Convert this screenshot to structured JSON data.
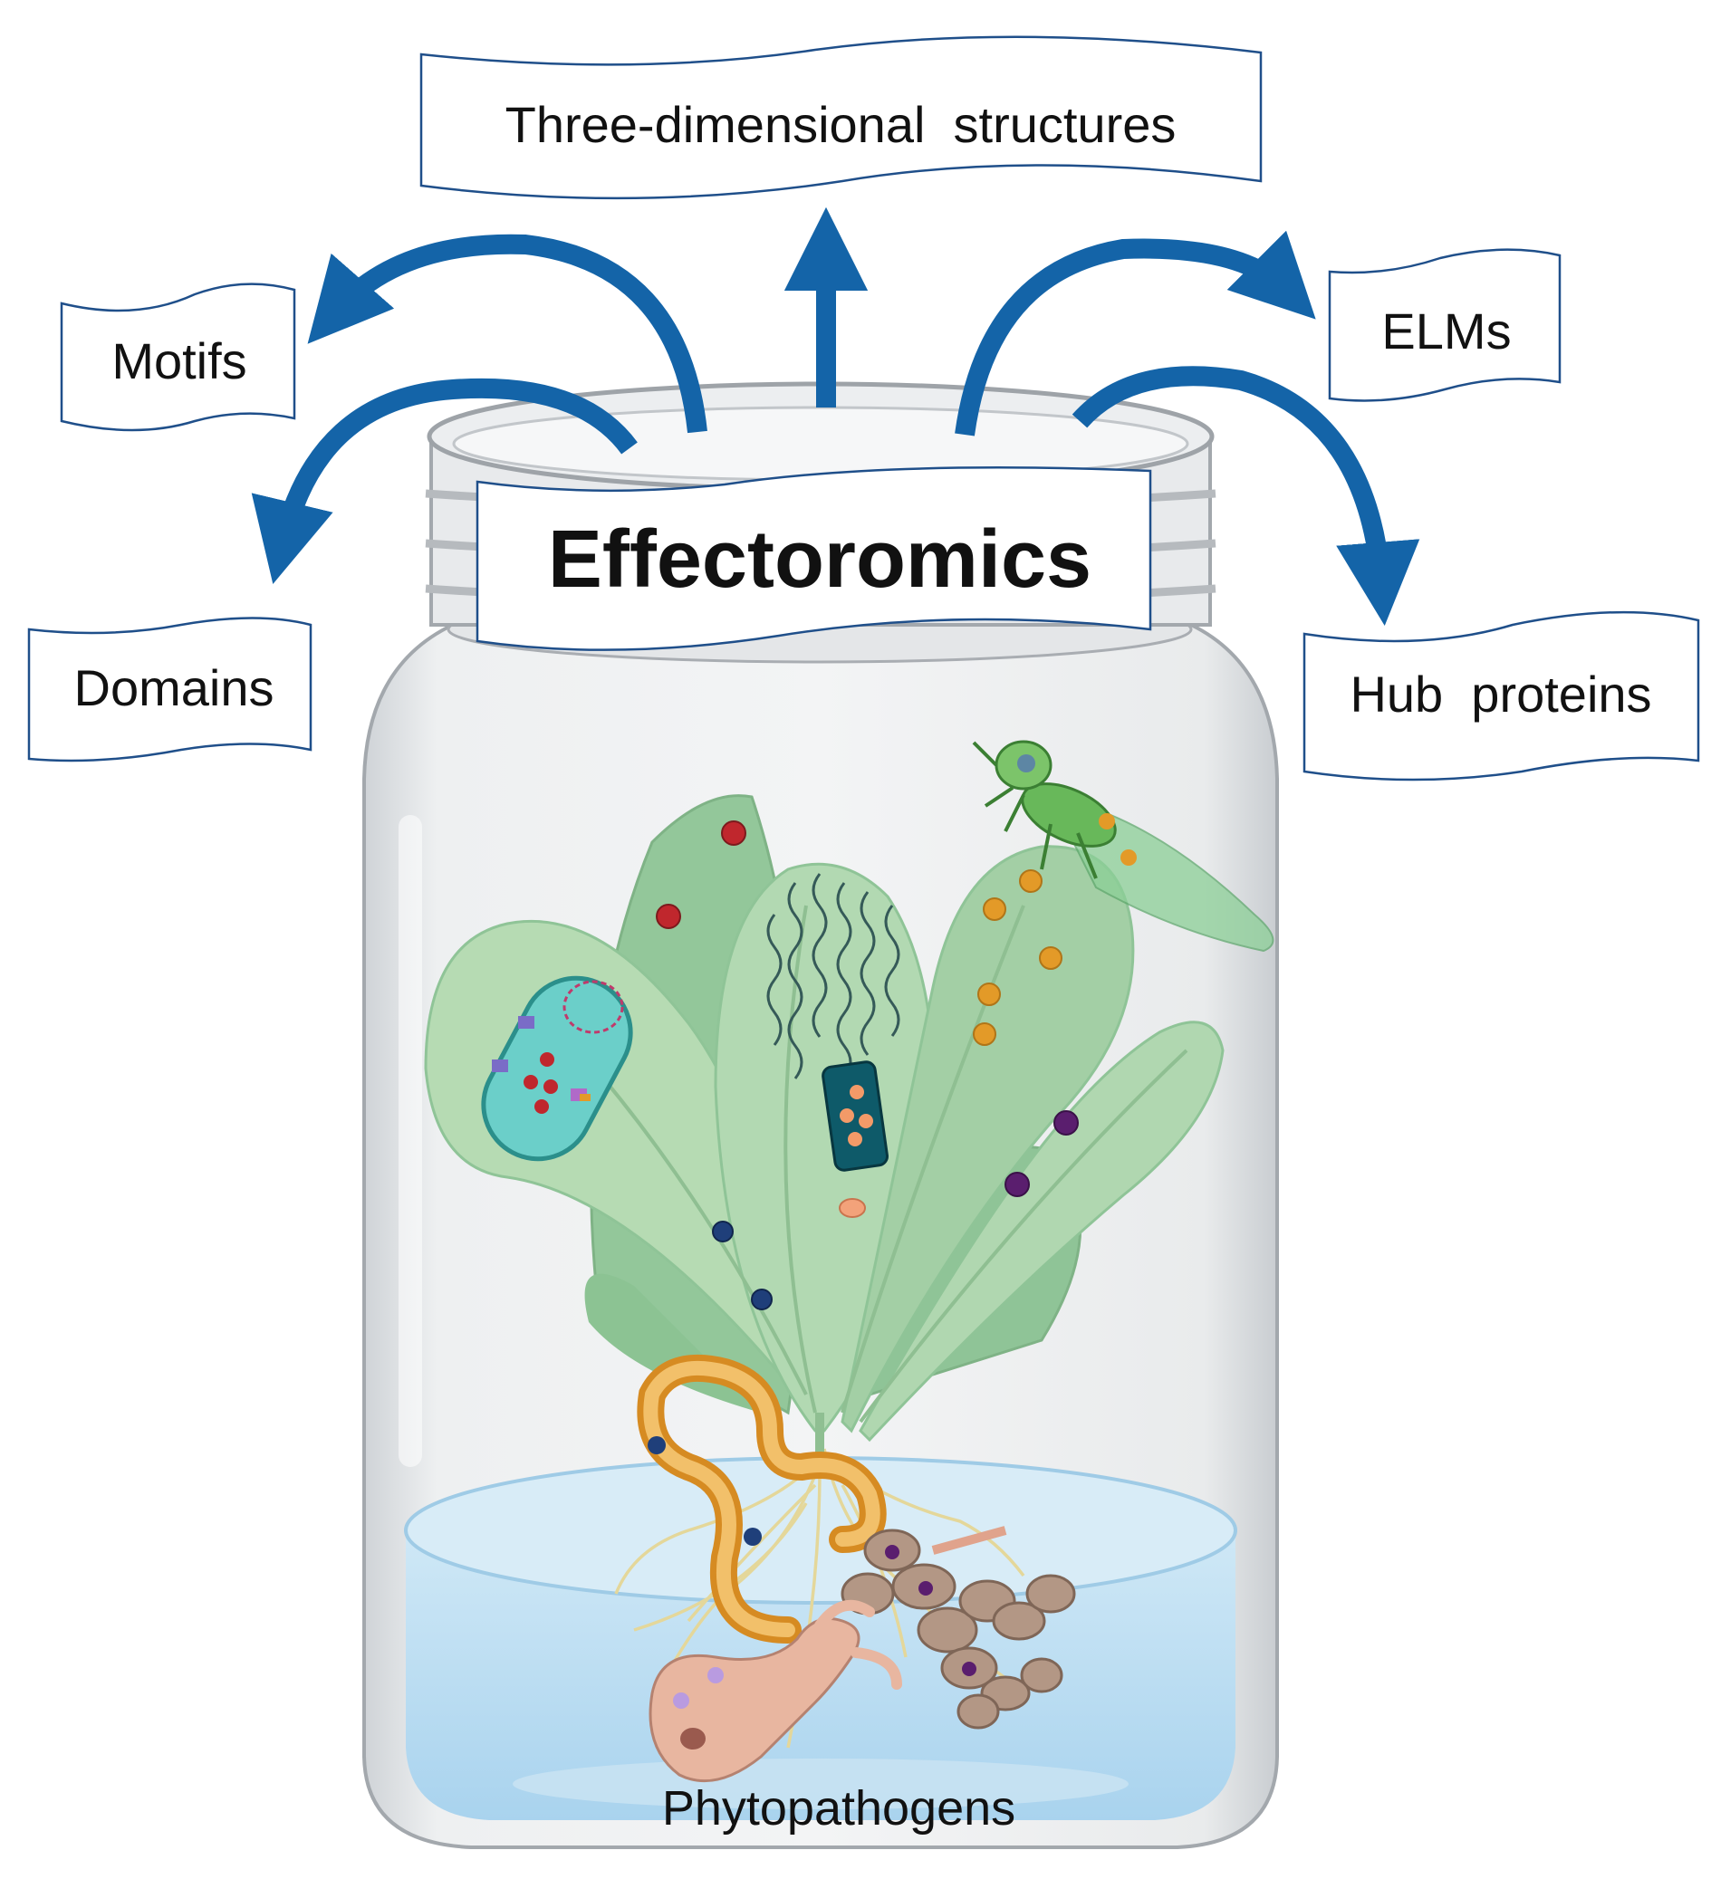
{
  "center_label": "Effectoromics",
  "bottom_label": "Phytopathogens",
  "banners": {
    "top": "Three-dimensional  structures",
    "motifs": "Motifs",
    "domains": "Domains",
    "elms": "ELMs",
    "hub": "Hub  proteins"
  },
  "colors": {
    "arrow": "#1464a8",
    "leaf": "#a6d3a8",
    "leaf_dark": "#8cc393",
    "water": "#bfe0f2",
    "jar_glass": "#e6e8ea",
    "nematode": "#e6a13c",
    "fungus": "#b49a86"
  },
  "icons": [
    "bacterium-icon",
    "virus-icon",
    "leafhopper-insect-icon",
    "nematode-icon",
    "fungus-icon",
    "oomycete-icon"
  ]
}
